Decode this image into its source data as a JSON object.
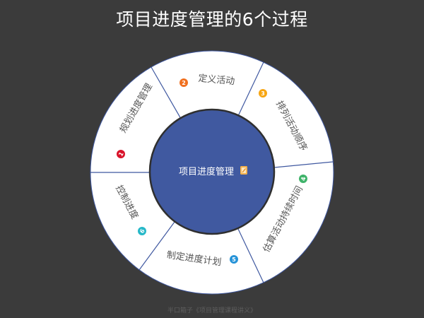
{
  "title": "项目进度管理的6个过程",
  "footer": "半口箱子《项目管理课程讲义》",
  "center": {
    "label": "项目进度管理",
    "icon": "notepad-edit-icon",
    "fill": "#4059a0",
    "icon_color": "#f5b04a"
  },
  "colors": {
    "background": "#3b3b3b",
    "ring_fill": "#ffffff",
    "divider": "#3f58a0",
    "center_border": "#2f2f2f"
  },
  "segments": [
    {
      "number": "1",
      "label": "规划进度管理",
      "badge_color": "#d9132a"
    },
    {
      "number": "2",
      "label": "定义活动",
      "badge_color": "#f07020"
    },
    {
      "number": "3",
      "label": "排列活动顺序",
      "badge_color": "#f7a613"
    },
    {
      "number": "4",
      "label": "估算活动持续时间",
      "badge_color": "#3fb36a"
    },
    {
      "number": "5",
      "label": "制定进度计划",
      "badge_color": "#2693d8"
    },
    {
      "number": "6",
      "label": "控制进度",
      "badge_color": "#26b8c8"
    }
  ]
}
